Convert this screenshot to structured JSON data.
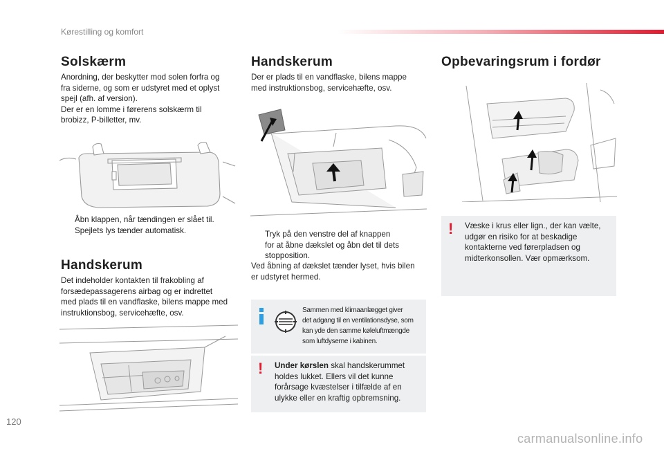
{
  "header": {
    "section": "Kørestilling og komfort"
  },
  "page_number": "120",
  "watermark": "carmanualsonline.info",
  "col1": {
    "title1": "Solskærm",
    "para1": [
      "Anordning, der beskytter mod solen forfra og",
      "fra siderne, og som er udstyret med et oplyst",
      "spejl (afh. af version).",
      "Der er en lomme i førerens solskærm til",
      "brobizz, P-billetter, mv."
    ],
    "bullet1": {
      "symbol": "",
      "lines": [
        "Åbn klappen, når tændingen er slået til.",
        "Spejlets lys tænder automatisk."
      ]
    },
    "title2": "Handskerum",
    "para2": [
      "Det indeholder kontakten til frakobling af",
      "forsædepassagerens airbag og er indrettet",
      "med plads til en vandflaske, bilens mappe med",
      "instruktionsbog, servicehæfte, osv."
    ]
  },
  "col2": {
    "title": "Handskerum",
    "para": [
      "Der er plads til en vandflaske, bilens mappe",
      "med instruktionsbog, servicehæfte, osv."
    ],
    "bullet": {
      "symbol": "",
      "lines": [
        "Tryk på den venstre del af knappen",
        "for at åbne dækslet og åbn det til dets",
        "stopposition."
      ]
    },
    "after": [
      "Ved åbning af dækslet tænder lyset, hvis bilen",
      "er udstyret hermed."
    ],
    "info": [
      "Sammen med klimaanlægget giver",
      "det adgang til en ventilationsdyse, som",
      "kan yde den samme køleluftmængde",
      "som luftdyserne i kabinen."
    ],
    "warning": {
      "mark": "!",
      "bold": "Under kørslen",
      "rest": " skal handskerummet",
      "lines": [
        "holdes lukket. Ellers vil det kunne",
        "forårsage kvæstelser i tilfælde af en",
        "ulykke eller en kraftig opbremsning."
      ]
    }
  },
  "col3": {
    "title": "Opbevaringsrum i fordør",
    "warning": {
      "mark": "!",
      "lines": [
        "Væske i krus eller lign., der kan vælte,",
        "udgør en risiko for at beskadige",
        "kontakterne ved førerpladsen og",
        "midterkonsollen. Vær opmærksom."
      ]
    }
  },
  "colors": {
    "accent": "#e21a2e",
    "info": "#2b9ee4",
    "box_bg": "#eeeff0"
  }
}
